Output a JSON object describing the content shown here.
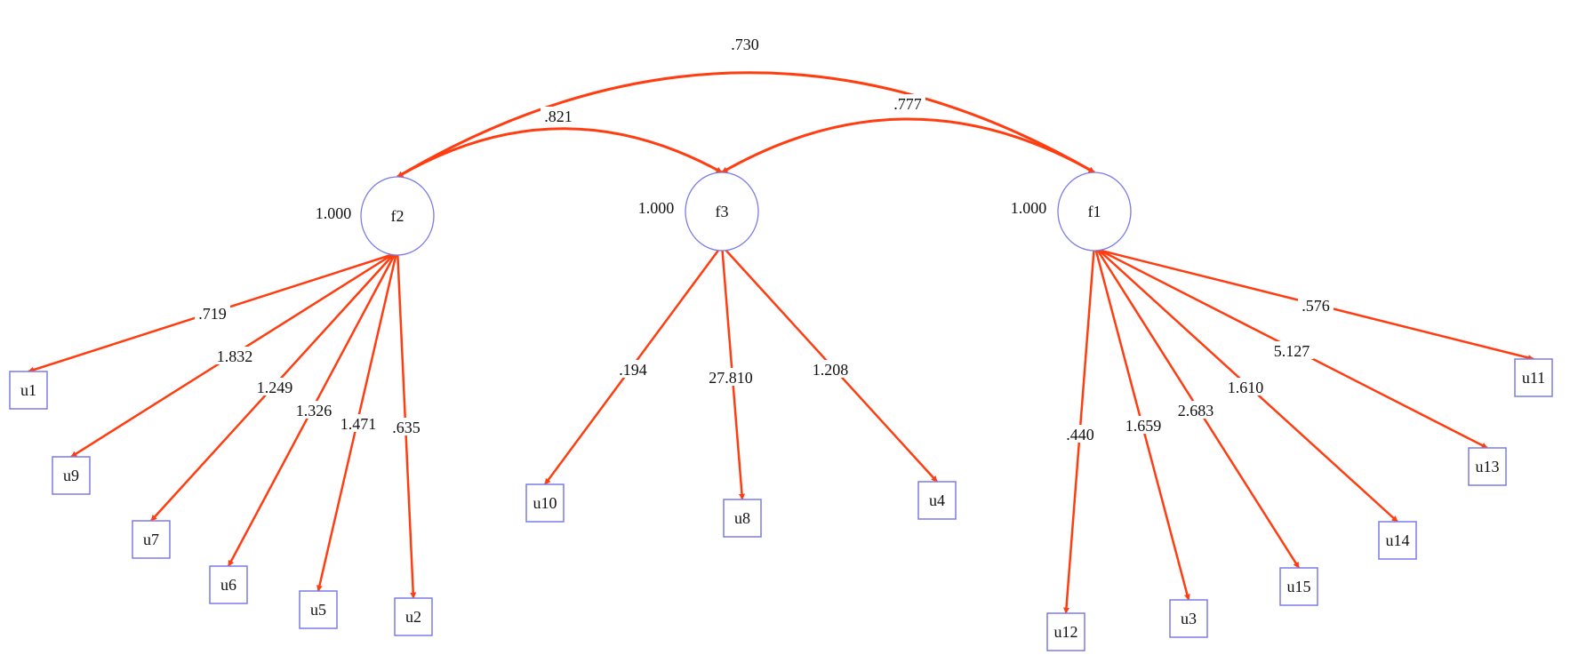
{
  "colors": {
    "path": "#ff3d10",
    "node": "#7b7bea",
    "text": "#111111"
  },
  "factors": [
    {
      "id": "f2",
      "label": "f2",
      "variance": "1.000"
    },
    {
      "id": "f3",
      "label": "f3",
      "variance": "1.000"
    },
    {
      "id": "f1",
      "label": "f1",
      "variance": "1.000"
    }
  ],
  "covariances": [
    {
      "from": "f2",
      "to": "f1",
      "value": ".730"
    },
    {
      "from": "f2",
      "to": "f3",
      "value": ".821"
    },
    {
      "from": "f3",
      "to": "f1",
      "value": ".777"
    }
  ],
  "loadings": [
    {
      "factor": "f2",
      "indicator": "u1",
      "value": ".719"
    },
    {
      "factor": "f2",
      "indicator": "u9",
      "value": "1.832"
    },
    {
      "factor": "f2",
      "indicator": "u7",
      "value": "1.249"
    },
    {
      "factor": "f2",
      "indicator": "u6",
      "value": "1.326"
    },
    {
      "factor": "f2",
      "indicator": "u5",
      "value": "1.471"
    },
    {
      "factor": "f2",
      "indicator": "u2",
      "value": ".635"
    },
    {
      "factor": "f3",
      "indicator": "u10",
      "value": ".194"
    },
    {
      "factor": "f3",
      "indicator": "u8",
      "value": "27.810"
    },
    {
      "factor": "f3",
      "indicator": "u4",
      "value": "1.208"
    },
    {
      "factor": "f1",
      "indicator": "u12",
      "value": ".440"
    },
    {
      "factor": "f1",
      "indicator": "u3",
      "value": "1.659"
    },
    {
      "factor": "f1",
      "indicator": "u15",
      "value": "2.683"
    },
    {
      "factor": "f1",
      "indicator": "u14",
      "value": "1.610"
    },
    {
      "factor": "f1",
      "indicator": "u13",
      "value": "5.127"
    },
    {
      "factor": "f1",
      "indicator": "u11",
      "value": ".576"
    }
  ]
}
